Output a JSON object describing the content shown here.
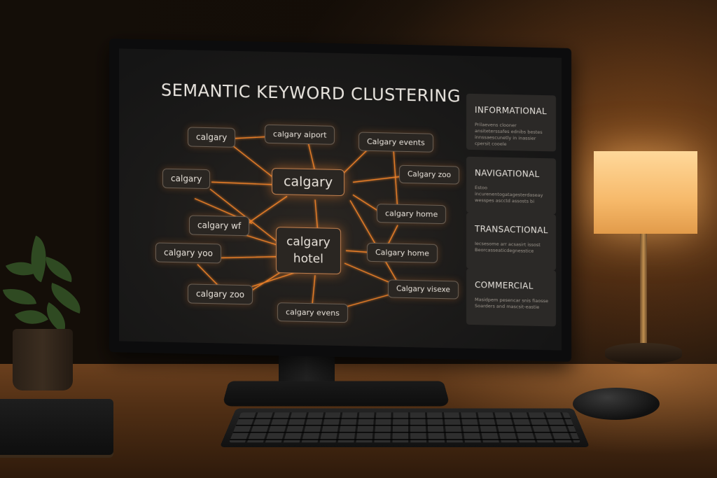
{
  "title": "SEMANTIC KEYWORD CLUSTERING",
  "nodes": {
    "n1": "calgary",
    "n2": "calgary aiport",
    "n3": "Calgary events",
    "n4": "calgary",
    "n5": "calgary",
    "n6": "Calgary zoo",
    "n7": "calgary home",
    "n8": "calgary wf",
    "n9_line1": "calgary",
    "n9_line2": "hotel",
    "n10": "calgary yoo",
    "n11": "Calgary home",
    "n12": "Calgary visexe",
    "n13": "calgary zoo",
    "n14": "calgary evens"
  },
  "panels": [
    {
      "heading": "INFORMATIONAL",
      "body": "Prilaevens clooner ansiteterssafes ednibs bestes innssaescunetly in inassier cpersit cooele"
    },
    {
      "heading": "NAVIGATIONAL",
      "body": "Estoo incurenentogatagesterdaseay wesspes ascctd assosts bi"
    },
    {
      "heading": "TRANSACTIONAL",
      "body": "Iecsesome arr acsasirt issost Beorcasseaticdegnesstice"
    },
    {
      "heading": "COMMERCIAL",
      "body": "Masidpem pesencar snis fiaosse Soarders and mascsit-eastie"
    }
  ],
  "colors": {
    "link": "#ff8a2a",
    "node_bg": "#2a2622",
    "panel_bg": "#2b2927",
    "screen_bg": "#1b1a19"
  }
}
